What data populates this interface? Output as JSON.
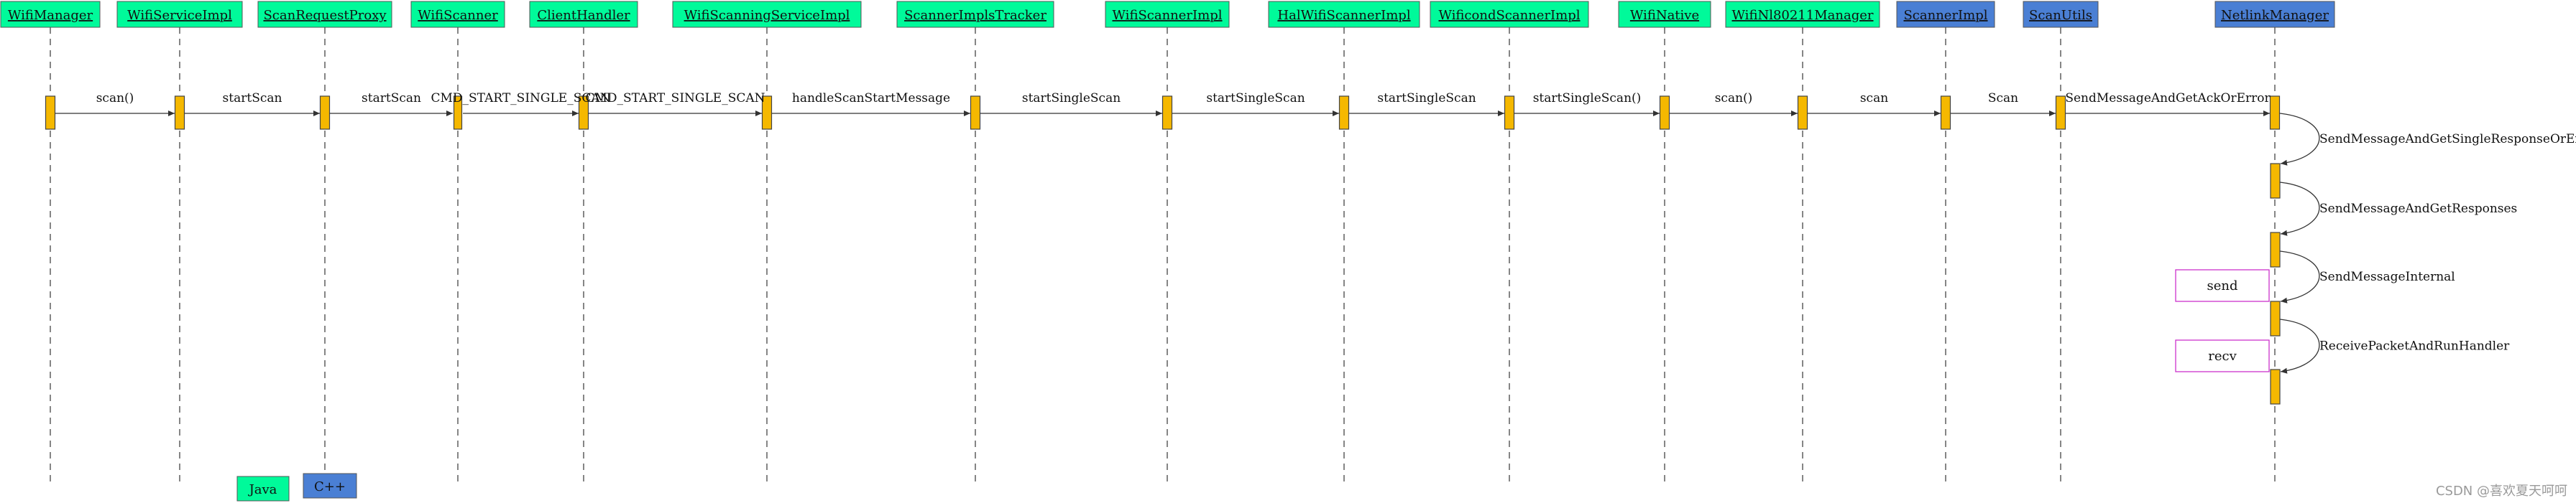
{
  "participants": [
    {
      "name": "WifiManager",
      "kind": "java"
    },
    {
      "name": "WifiServiceImpl",
      "kind": "java"
    },
    {
      "name": "ScanRequestProxy",
      "kind": "java"
    },
    {
      "name": "WifiScanner",
      "kind": "java"
    },
    {
      "name": "ClientHandler",
      "kind": "java"
    },
    {
      "name": "WifiScanningServiceImpl",
      "kind": "java"
    },
    {
      "name": "ScannerImplsTracker",
      "kind": "java"
    },
    {
      "name": "WifiScannerImpl",
      "kind": "java"
    },
    {
      "name": "HalWifiScannerImpl",
      "kind": "java"
    },
    {
      "name": "WificondScannerImpl",
      "kind": "java"
    },
    {
      "name": "WifiNative",
      "kind": "java"
    },
    {
      "name": "WifiNl80211Manager",
      "kind": "java"
    },
    {
      "name": "ScannerImpl",
      "kind": "cpp"
    },
    {
      "name": "ScanUtils",
      "kind": "cpp"
    },
    {
      "name": "NetlinkManager",
      "kind": "cpp"
    }
  ],
  "messages": [
    {
      "label": "scan()",
      "from": 0,
      "to": 1
    },
    {
      "label": "startScan",
      "from": 1,
      "to": 2
    },
    {
      "label": "startScan",
      "from": 2,
      "to": 3
    },
    {
      "label": "CMD_START_SINGLE_SCAN",
      "from": 3,
      "to": 4
    },
    {
      "label": "CMD_START_SINGLE_SCAN",
      "from": 4,
      "to": 5
    },
    {
      "label": "handleScanStartMessage",
      "from": 5,
      "to": 6
    },
    {
      "label": "startSingleScan",
      "from": 6,
      "to": 7
    },
    {
      "label": "startSingleScan",
      "from": 7,
      "to": 8
    },
    {
      "label": "startSingleScan",
      "from": 8,
      "to": 9
    },
    {
      "label": "startSingleScan()",
      "from": 9,
      "to": 10
    },
    {
      "label": "scan()",
      "from": 10,
      "to": 11
    },
    {
      "label": "scan",
      "from": 11,
      "to": 12
    },
    {
      "label": "Scan",
      "from": 12,
      "to": 13
    },
    {
      "label": "SendMessageAndGetAckOrError",
      "from": 13,
      "to": 14
    }
  ],
  "self_calls": [
    {
      "label": "SendMessageAndGetSingleResponseOrError"
    },
    {
      "label": "SendMessageAndGetResponses"
    },
    {
      "label": "SendMessageInternal"
    },
    {
      "label": "ReceivePacketAndRunHandler"
    }
  ],
  "notes": [
    {
      "label": "send"
    },
    {
      "label": "recv"
    }
  ],
  "legend": {
    "java_label": "Java",
    "cpp_label": "C++"
  },
  "watermark": "CSDN @喜欢夏天呵呵"
}
